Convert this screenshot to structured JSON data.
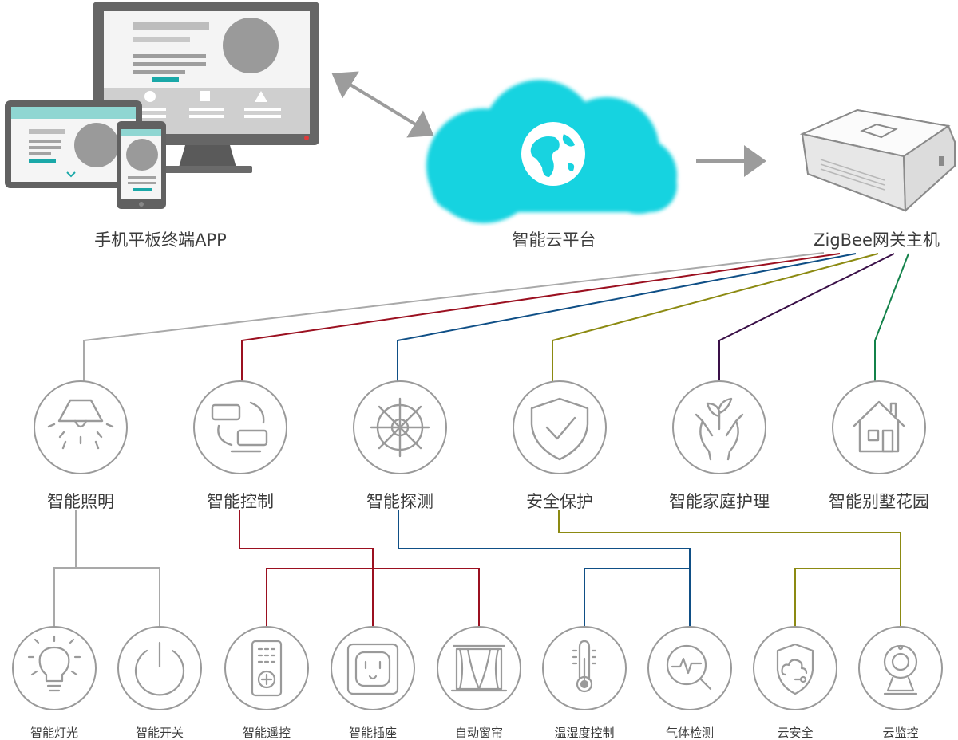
{
  "top": {
    "app_label": "手机平板终端APP",
    "cloud_label": "智能云平台",
    "gateway_label": "ZigBee网关主机"
  },
  "colors": {
    "gray": "#a9a9a9",
    "red": "#9b1020",
    "blue": "#0f4f86",
    "olive": "#8c8a12",
    "purple": "#3a1048",
    "green": "#13824a",
    "cloud": "#18d3e0",
    "icon": "#9a9a9a"
  },
  "categories": [
    {
      "label": "智能照明",
      "icon": "lamp-icon",
      "line_color": "gray"
    },
    {
      "label": "智能控制",
      "icon": "control-icon",
      "line_color": "red"
    },
    {
      "label": "智能探测",
      "icon": "detector-icon",
      "line_color": "blue"
    },
    {
      "label": "安全保护",
      "icon": "shield-icon",
      "line_color": "olive"
    },
    {
      "label": "智能家庭护理",
      "icon": "care-icon",
      "line_color": "purple"
    },
    {
      "label": "智能别墅花园",
      "icon": "house-icon",
      "line_color": "green"
    }
  ],
  "devices": [
    {
      "label": "智能灯光",
      "icon": "bulb-icon",
      "parent": "智能照明"
    },
    {
      "label": "智能开关",
      "icon": "power-icon",
      "parent": "智能照明"
    },
    {
      "label": "智能遥控",
      "icon": "remote-icon",
      "parent": "智能控制"
    },
    {
      "label": "智能插座",
      "icon": "socket-icon",
      "parent": "智能控制"
    },
    {
      "label": "自动窗帘",
      "icon": "curtain-icon",
      "parent": "智能控制"
    },
    {
      "label": "温湿度控制",
      "icon": "thermometer-icon",
      "parent": "智能探测"
    },
    {
      "label": "气体检测",
      "icon": "gas-detect-icon",
      "parent": "智能探测"
    },
    {
      "label": "云安全",
      "icon": "cloud-security-icon",
      "parent": "安全保护"
    },
    {
      "label": "云监控",
      "icon": "camera-icon",
      "parent": "安全保护"
    }
  ]
}
